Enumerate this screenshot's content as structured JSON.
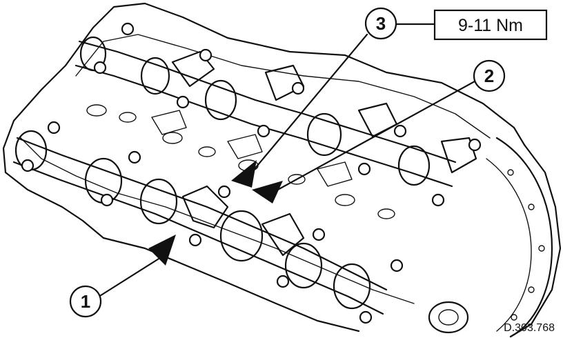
{
  "callouts": [
    {
      "id": "1",
      "label": "1"
    },
    {
      "id": "2",
      "label": "2"
    },
    {
      "id": "3",
      "label": "3"
    }
  ],
  "torque_spec": "9-11 Nm",
  "drawing_reference": "D.303.768"
}
